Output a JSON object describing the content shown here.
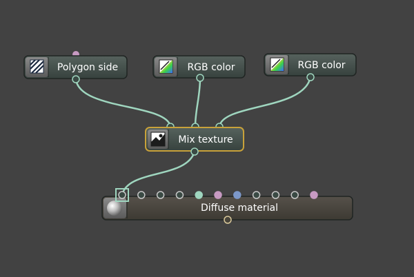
{
  "colors": {
    "background": "#424242",
    "node_body": "#3e4b47",
    "node_border": "#1f2422",
    "node_selected_border": "#c9a23a",
    "material_body": "#48443a",
    "link": "#9fd6bf",
    "pin_default": "#3a4a44",
    "pin_green": "#9fd6bf",
    "pin_pink": "#c79ac2",
    "pin_blue": "#7c98c9"
  },
  "nodes": {
    "polygon_side": {
      "label": "Polygon side",
      "icon": "polygon-side-icon"
    },
    "rgb_color_1": {
      "label": "RGB color",
      "icon": "rgb-color-icon"
    },
    "rgb_color_2": {
      "label": "RGB color",
      "icon": "rgb-color-icon"
    },
    "mix_texture": {
      "label": "Mix texture",
      "icon": "mix-texture-icon",
      "selected": true
    },
    "diffuse_material": {
      "label": "Diffuse material",
      "icon": "material-sphere-icon"
    }
  },
  "material_pins": [
    "default",
    "default",
    "default",
    "default",
    "green",
    "pink",
    "blue",
    "default",
    "default",
    "default",
    "pink"
  ]
}
